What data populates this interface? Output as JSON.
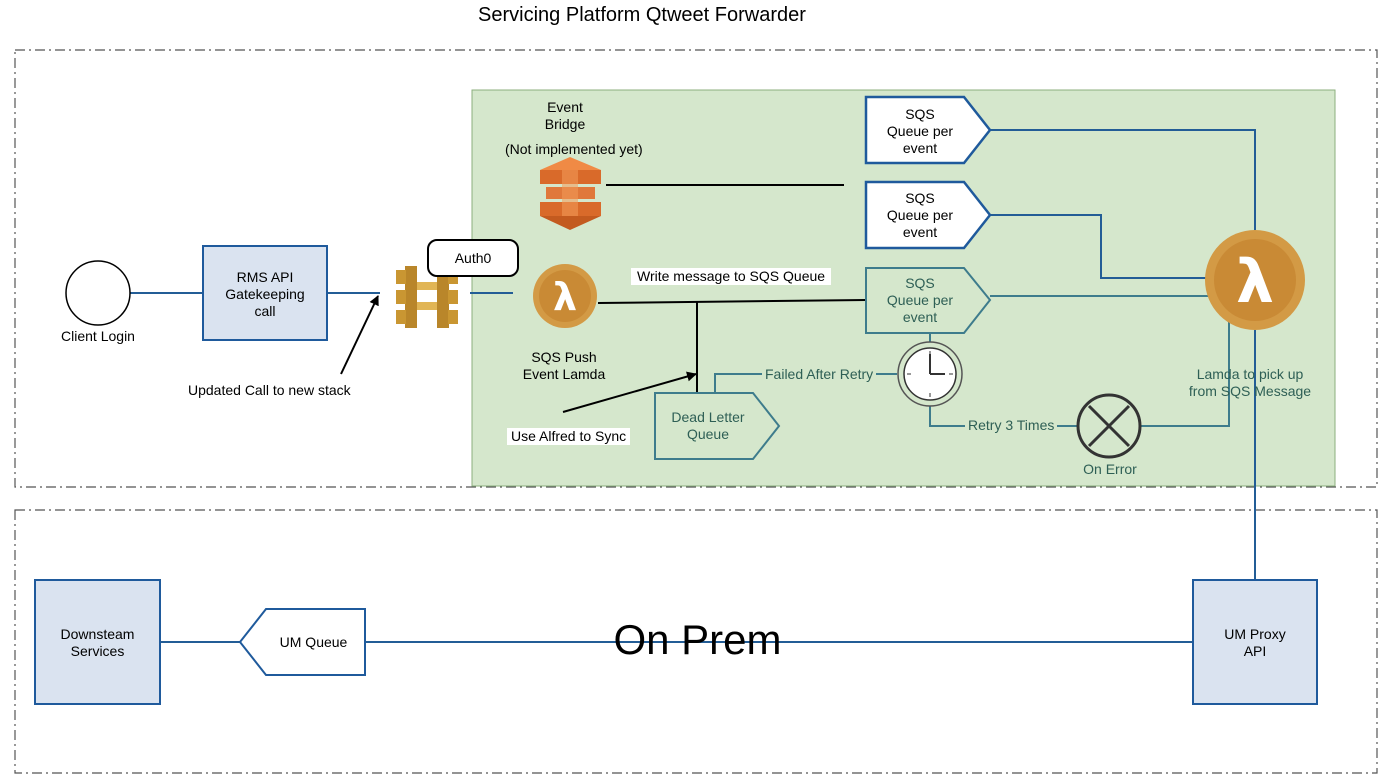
{
  "title": "Servicing Platform Qtweet Forwarder",
  "on_prem_label": "On Prem",
  "client_login": "Client Login",
  "rms_api": [
    "RMS  API",
    "Gatekeeping",
    "call"
  ],
  "updated_call": "Updated Call to new stack",
  "auth0": "Auth0",
  "event_bridge": [
    "Event",
    "Bridge",
    "(Not implemented yet)"
  ],
  "sqs_push_lambda": [
    "SQS Push",
    "Event Lamda"
  ],
  "write_message": "Write message to SQS Queue",
  "sqs_queue_label": [
    "SQS",
    "Queue per",
    "event"
  ],
  "failed_after_retry": "Failed After Retry",
  "dead_letter_queue": [
    "Dead Letter",
    "Queue"
  ],
  "use_alfred": "Use Alfred to Sync",
  "retry": "Retry 3 Times",
  "on_error": "On Error",
  "consumer_lambda": [
    "Lamda to pick up",
    "from SQS Message"
  ],
  "downstream": [
    "Downsteam",
    "Services"
  ],
  "um_queue": "UM Queue",
  "um_proxy": [
    "UM Proxy",
    "API"
  ],
  "colors": {
    "line_blue": "#235d96",
    "box_fill": "#dae3f0",
    "box_border": "#1f5a9c",
    "green_fill": "#d5e7cc",
    "green_border": "#8caf7e",
    "teal": "#3e7c8c",
    "lambda_orange": "#d39a45",
    "auth_gold": "#c99632",
    "event_bridge_orange": "#e0783b"
  },
  "icons": [
    "client-login-circle-icon",
    "api-gateway-icon",
    "event-bridge-icon",
    "lambda-icon",
    "clock-icon",
    "error-x-icon"
  ]
}
